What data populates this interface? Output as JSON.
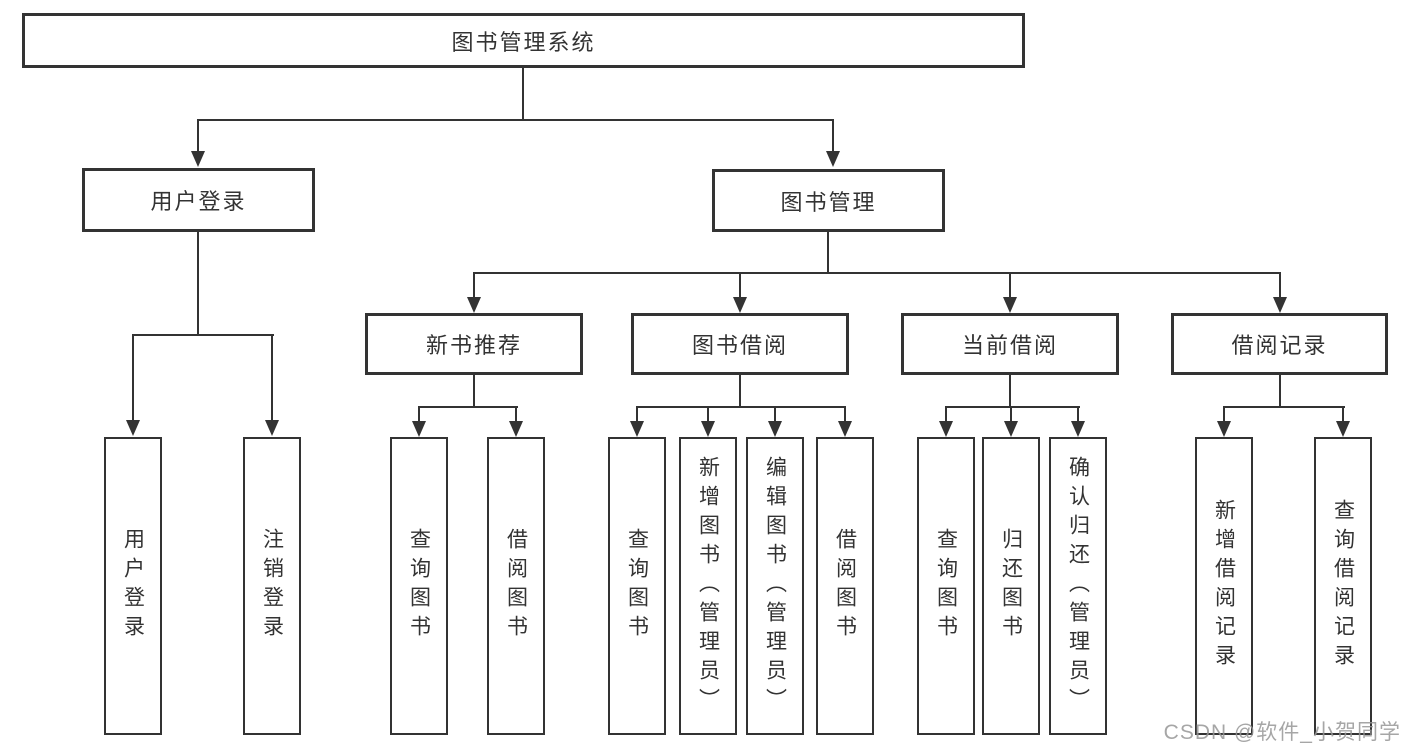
{
  "nodes": {
    "root": "图书管理系统",
    "level2": [
      "用户登录",
      "图书管理"
    ],
    "level3": [
      "新书推荐",
      "图书借阅",
      "当前借阅",
      "借阅记录"
    ],
    "leaves_user": [
      "用户登录",
      "注销登录"
    ],
    "leaves_newbook": [
      "查询图书",
      "借阅图书"
    ],
    "leaves_borrow": [
      "查询图书",
      "新增图书（管理员）",
      "编辑图书（管理员）",
      "借阅图书"
    ],
    "leaves_current": [
      "查询图书",
      "归还图书",
      "确认归还（管理员）"
    ],
    "leaves_records": [
      "新增借阅记录",
      "查询借阅记录"
    ]
  },
  "watermark": "CSDN @软件_小贺同学",
  "colors": {
    "line": "#333333",
    "box_border": "#333333",
    "text": "#333333",
    "watermark": "#969696",
    "background": "#ffffff"
  }
}
